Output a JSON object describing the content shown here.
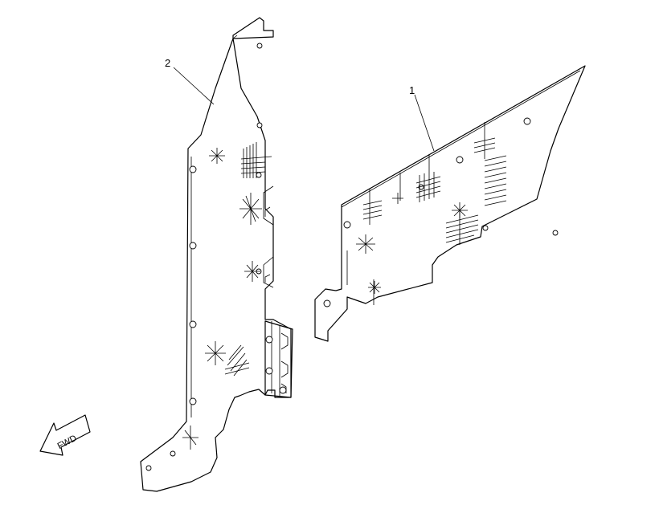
{
  "callouts": [
    {
      "id": "1",
      "label": "1"
    },
    {
      "id": "2",
      "label": "2"
    }
  ],
  "direction_arrow": {
    "label": "FWD"
  },
  "colors": {
    "line": "#000000",
    "background": "#ffffff"
  }
}
